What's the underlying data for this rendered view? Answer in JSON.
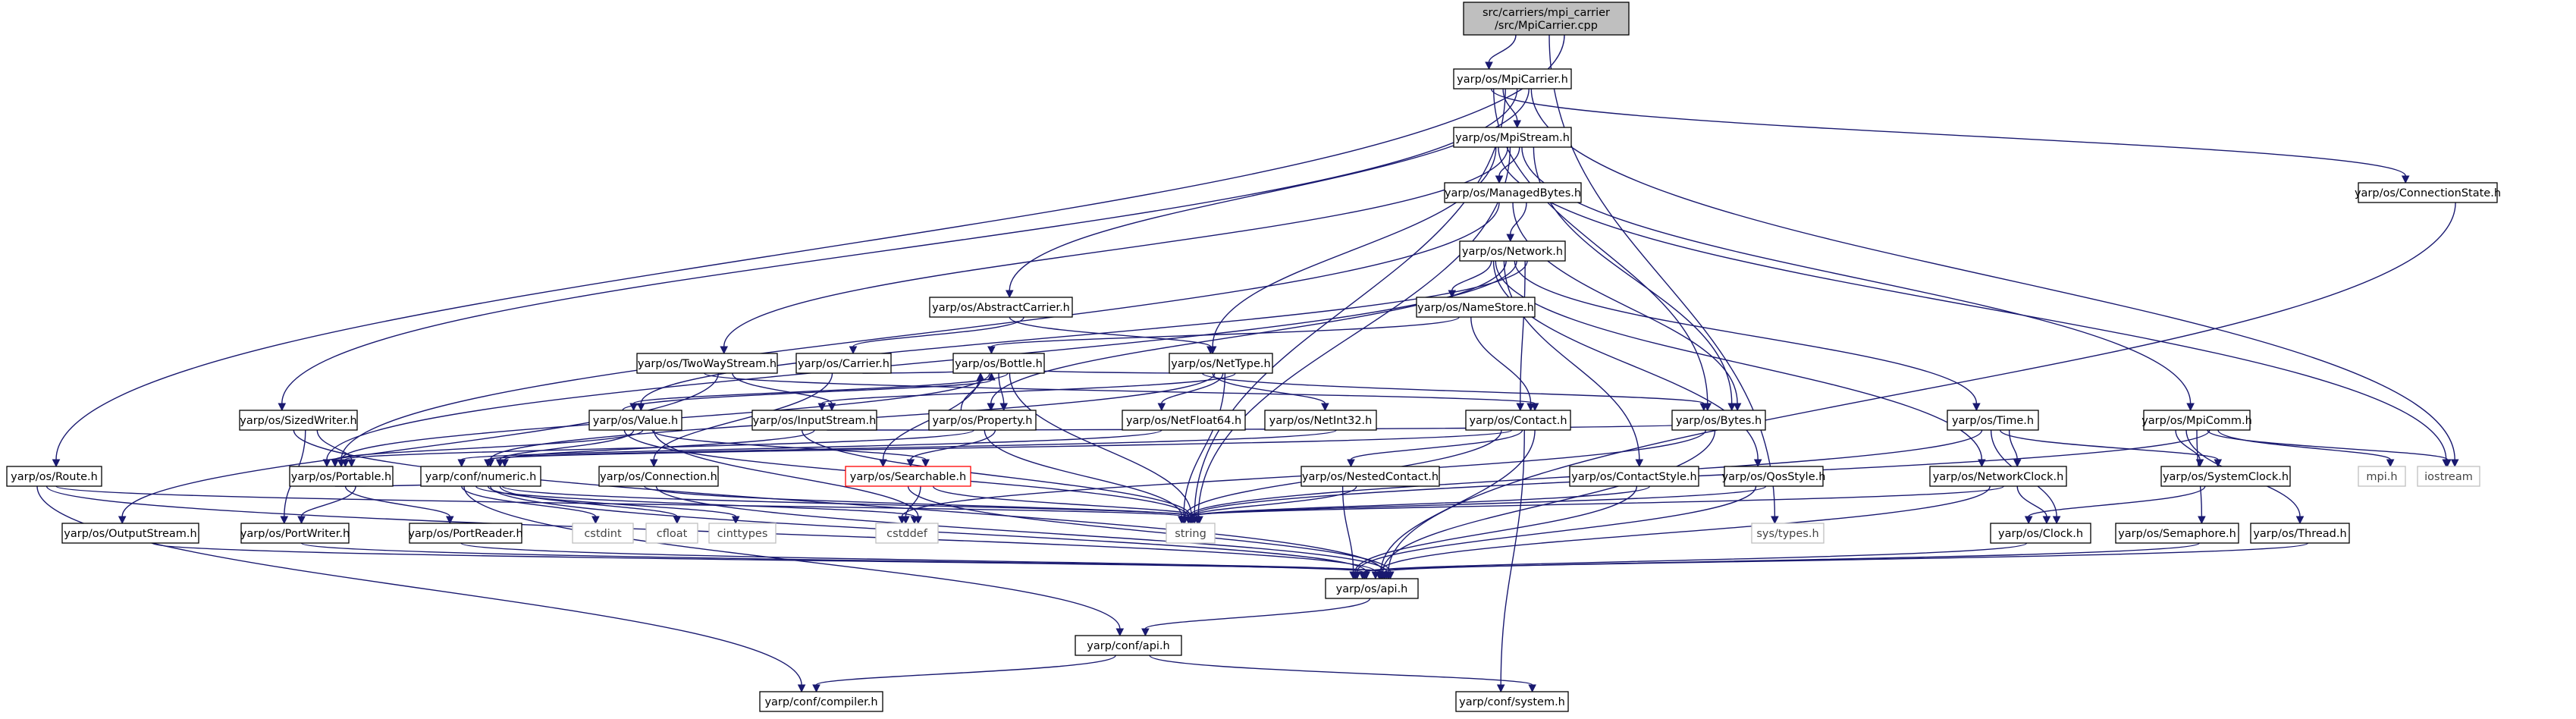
{
  "diagram": {
    "kind": "include-dependency-graph",
    "colors": {
      "edge": "#191970",
      "node_border": "#000000",
      "root_fill": "#bfbfbf",
      "system_border": "#bfbfbf",
      "truncated_border": "#ff0000"
    },
    "nodes": [
      {
        "id": "root",
        "label": [
          "src/carriers/mpi_carrier",
          "/src/MpiCarrier.cpp"
        ],
        "style": "root"
      },
      {
        "id": "mpicarrier",
        "label": [
          "yarp/os/MpiCarrier.h"
        ],
        "style": "normal"
      },
      {
        "id": "mpistream",
        "label": [
          "yarp/os/MpiStream.h"
        ],
        "style": "normal"
      },
      {
        "id": "connstate",
        "label": [
          "yarp/os/ConnectionState.h"
        ],
        "style": "normal"
      },
      {
        "id": "managedbytes",
        "label": [
          "yarp/os/ManagedBytes.h"
        ],
        "style": "normal"
      },
      {
        "id": "network",
        "label": [
          "yarp/os/Network.h"
        ],
        "style": "normal"
      },
      {
        "id": "abstractcarrier",
        "label": [
          "yarp/os/AbstractCarrier.h"
        ],
        "style": "normal"
      },
      {
        "id": "namestore",
        "label": [
          "yarp/os/NameStore.h"
        ],
        "style": "normal"
      },
      {
        "id": "twowaystream",
        "label": [
          "yarp/os/TwoWayStream.h"
        ],
        "style": "normal"
      },
      {
        "id": "carrier",
        "label": [
          "yarp/os/Carrier.h"
        ],
        "style": "normal"
      },
      {
        "id": "bottle",
        "label": [
          "yarp/os/Bottle.h"
        ],
        "style": "normal"
      },
      {
        "id": "nettype",
        "label": [
          "yarp/os/NetType.h"
        ],
        "style": "normal"
      },
      {
        "id": "sizedwriter",
        "label": [
          "yarp/os/SizedWriter.h"
        ],
        "style": "normal"
      },
      {
        "id": "value",
        "label": [
          "yarp/os/Value.h"
        ],
        "style": "normal"
      },
      {
        "id": "inputstream",
        "label": [
          "yarp/os/InputStream.h"
        ],
        "style": "normal"
      },
      {
        "id": "property",
        "label": [
          "yarp/os/Property.h"
        ],
        "style": "normal"
      },
      {
        "id": "netfloat64",
        "label": [
          "yarp/os/NetFloat64.h"
        ],
        "style": "normal"
      },
      {
        "id": "netint32",
        "label": [
          "yarp/os/NetInt32.h"
        ],
        "style": "normal"
      },
      {
        "id": "contact",
        "label": [
          "yarp/os/Contact.h"
        ],
        "style": "normal"
      },
      {
        "id": "bytes",
        "label": [
          "yarp/os/Bytes.h"
        ],
        "style": "normal"
      },
      {
        "id": "time",
        "label": [
          "yarp/os/Time.h"
        ],
        "style": "normal"
      },
      {
        "id": "mpicomm",
        "label": [
          "yarp/os/MpiComm.h"
        ],
        "style": "normal"
      },
      {
        "id": "route",
        "label": [
          "yarp/os/Route.h"
        ],
        "style": "normal"
      },
      {
        "id": "portable",
        "label": [
          "yarp/os/Portable.h"
        ],
        "style": "normal"
      },
      {
        "id": "numeric",
        "label": [
          "yarp/conf/numeric.h"
        ],
        "style": "normal"
      },
      {
        "id": "connection",
        "label": [
          "yarp/os/Connection.h"
        ],
        "style": "normal"
      },
      {
        "id": "searchable",
        "label": [
          "yarp/os/Searchable.h"
        ],
        "style": "truncated"
      },
      {
        "id": "nestedcontact",
        "label": [
          "yarp/os/NestedContact.h"
        ],
        "style": "normal"
      },
      {
        "id": "contactstyle",
        "label": [
          "yarp/os/ContactStyle.h"
        ],
        "style": "normal"
      },
      {
        "id": "qosstyle",
        "label": [
          "yarp/os/QosStyle.h"
        ],
        "style": "normal"
      },
      {
        "id": "networkclock",
        "label": [
          "yarp/os/NetworkClock.h"
        ],
        "style": "normal"
      },
      {
        "id": "systemclock",
        "label": [
          "yarp/os/SystemClock.h"
        ],
        "style": "normal"
      },
      {
        "id": "mpih",
        "label": [
          "mpi.h"
        ],
        "style": "system"
      },
      {
        "id": "iostream",
        "label": [
          "iostream"
        ],
        "style": "system"
      },
      {
        "id": "outputstream",
        "label": [
          "yarp/os/OutputStream.h"
        ],
        "style": "normal"
      },
      {
        "id": "portwriter",
        "label": [
          "yarp/os/PortWriter.h"
        ],
        "style": "normal"
      },
      {
        "id": "portreader",
        "label": [
          "yarp/os/PortReader.h"
        ],
        "style": "normal"
      },
      {
        "id": "cstdint",
        "label": [
          "cstdint"
        ],
        "style": "system"
      },
      {
        "id": "cfloat",
        "label": [
          "cfloat"
        ],
        "style": "system"
      },
      {
        "id": "cinttypes",
        "label": [
          "cinttypes"
        ],
        "style": "system"
      },
      {
        "id": "cstddef",
        "label": [
          "cstddef"
        ],
        "style": "system"
      },
      {
        "id": "string",
        "label": [
          "string"
        ],
        "style": "system"
      },
      {
        "id": "systypes",
        "label": [
          "sys/types.h"
        ],
        "style": "system"
      },
      {
        "id": "clock",
        "label": [
          "yarp/os/Clock.h"
        ],
        "style": "normal"
      },
      {
        "id": "semaphore",
        "label": [
          "yarp/os/Semaphore.h"
        ],
        "style": "normal"
      },
      {
        "id": "thread",
        "label": [
          "yarp/os/Thread.h"
        ],
        "style": "normal"
      },
      {
        "id": "osapi",
        "label": [
          "yarp/os/api.h"
        ],
        "style": "normal"
      },
      {
        "id": "confapi",
        "label": [
          "yarp/conf/api.h"
        ],
        "style": "normal"
      },
      {
        "id": "compiler",
        "label": [
          "yarp/conf/compiler.h"
        ],
        "style": "normal"
      },
      {
        "id": "system",
        "label": [
          "yarp/conf/system.h"
        ],
        "style": "normal"
      }
    ],
    "edges": [
      [
        "root",
        "mpicarrier"
      ],
      [
        "root",
        "route"
      ],
      [
        "root",
        "systypes"
      ],
      [
        "mpicarrier",
        "mpistream"
      ],
      [
        "mpicarrier",
        "connstate"
      ],
      [
        "mpicarrier",
        "abstractcarrier"
      ],
      [
        "mpicarrier",
        "sizedwriter"
      ],
      [
        "mpicarrier",
        "string"
      ],
      [
        "mpicarrier",
        "bytes"
      ],
      [
        "mpicarrier",
        "iostream"
      ],
      [
        "mpistream",
        "managedbytes"
      ],
      [
        "mpistream",
        "twowaystream"
      ],
      [
        "mpistream",
        "nettype"
      ],
      [
        "mpistream",
        "bytes"
      ],
      [
        "mpistream",
        "mpicomm"
      ],
      [
        "mpistream",
        "string"
      ],
      [
        "mpistream",
        "iostream"
      ],
      [
        "connstate",
        "osapi"
      ],
      [
        "managedbytes",
        "network"
      ],
      [
        "managedbytes",
        "bytes"
      ],
      [
        "managedbytes",
        "portable"
      ],
      [
        "network",
        "namestore"
      ],
      [
        "network",
        "contact"
      ],
      [
        "network",
        "time"
      ],
      [
        "network",
        "contactstyle"
      ],
      [
        "network",
        "qosstyle"
      ],
      [
        "network",
        "value"
      ],
      [
        "network",
        "portable"
      ],
      [
        "network",
        "property"
      ],
      [
        "network",
        "networkclock"
      ],
      [
        "abstractcarrier",
        "carrier"
      ],
      [
        "abstractcarrier",
        "nettype"
      ],
      [
        "namestore",
        "contact"
      ],
      [
        "namestore",
        "bottle"
      ],
      [
        "twowaystream",
        "inputstream"
      ],
      [
        "twowaystream",
        "outputstream"
      ],
      [
        "twowaystream",
        "contact"
      ],
      [
        "carrier",
        "connection"
      ],
      [
        "carrier",
        "bottle"
      ],
      [
        "bottle",
        "value"
      ],
      [
        "bottle",
        "property"
      ],
      [
        "bottle",
        "portable"
      ],
      [
        "bottle",
        "searchable"
      ],
      [
        "bottle",
        "string"
      ],
      [
        "nettype",
        "netfloat64"
      ],
      [
        "nettype",
        "netint32"
      ],
      [
        "nettype",
        "bytes"
      ],
      [
        "nettype",
        "inputstream"
      ],
      [
        "nettype",
        "string"
      ],
      [
        "nettype",
        "numeric"
      ],
      [
        "nettype",
        "bottle"
      ],
      [
        "sizedwriter",
        "portable"
      ],
      [
        "sizedwriter",
        "portwriter"
      ],
      [
        "sizedwriter",
        "osapi"
      ],
      [
        "value",
        "bottle"
      ],
      [
        "value",
        "searchable"
      ],
      [
        "value",
        "portable"
      ],
      [
        "value",
        "numeric"
      ],
      [
        "value",
        "string"
      ],
      [
        "value",
        "cstddef"
      ],
      [
        "inputstream",
        "bytes"
      ],
      [
        "inputstream",
        "numeric"
      ],
      [
        "inputstream",
        "string"
      ],
      [
        "property",
        "bottle"
      ],
      [
        "property",
        "searchable"
      ],
      [
        "property",
        "string"
      ],
      [
        "property",
        "portable"
      ],
      [
        "netfloat64",
        "numeric"
      ],
      [
        "netint32",
        "numeric"
      ],
      [
        "contact",
        "nestedcontact"
      ],
      [
        "contact",
        "numeric"
      ],
      [
        "contact",
        "string"
      ],
      [
        "contact",
        "osapi"
      ],
      [
        "contact",
        "system"
      ],
      [
        "bytes",
        "osapi"
      ],
      [
        "bytes",
        "cstddef"
      ],
      [
        "time",
        "networkclock"
      ],
      [
        "time",
        "systemclock"
      ],
      [
        "time",
        "clock"
      ],
      [
        "time",
        "string"
      ],
      [
        "mpicomm",
        "mpih"
      ],
      [
        "mpicomm",
        "iostream"
      ],
      [
        "mpicomm",
        "semaphore"
      ],
      [
        "mpicomm",
        "thread"
      ],
      [
        "mpicomm",
        "systemclock"
      ],
      [
        "mpicomm",
        "string"
      ],
      [
        "route",
        "string"
      ],
      [
        "route",
        "osapi"
      ],
      [
        "route",
        "compiler"
      ],
      [
        "portable",
        "portwriter"
      ],
      [
        "portable",
        "portreader"
      ],
      [
        "portable",
        "numeric"
      ],
      [
        "numeric",
        "cstdint"
      ],
      [
        "numeric",
        "cfloat"
      ],
      [
        "numeric",
        "cinttypes"
      ],
      [
        "numeric",
        "cstddef"
      ],
      [
        "numeric",
        "confapi"
      ],
      [
        "numeric",
        "string"
      ],
      [
        "numeric",
        "osapi"
      ],
      [
        "connection",
        "osapi"
      ],
      [
        "connection",
        "string"
      ],
      [
        "searchable",
        "string"
      ],
      [
        "searchable",
        "cstddef"
      ],
      [
        "searchable",
        "osapi"
      ],
      [
        "nestedcontact",
        "string"
      ],
      [
        "nestedcontact",
        "osapi"
      ],
      [
        "contactstyle",
        "string"
      ],
      [
        "contactstyle",
        "osapi"
      ],
      [
        "qosstyle",
        "string"
      ],
      [
        "qosstyle",
        "osapi"
      ],
      [
        "networkclock",
        "clock"
      ],
      [
        "networkclock",
        "string"
      ],
      [
        "networkclock",
        "osapi"
      ],
      [
        "systemclock",
        "clock"
      ],
      [
        "outputstream",
        "osapi"
      ],
      [
        "portwriter",
        "osapi"
      ],
      [
        "portreader",
        "osapi"
      ],
      [
        "clock",
        "osapi"
      ],
      [
        "semaphore",
        "osapi"
      ],
      [
        "thread",
        "osapi"
      ],
      [
        "osapi",
        "confapi"
      ],
      [
        "confapi",
        "compiler"
      ],
      [
        "confapi",
        "system"
      ]
    ]
  }
}
